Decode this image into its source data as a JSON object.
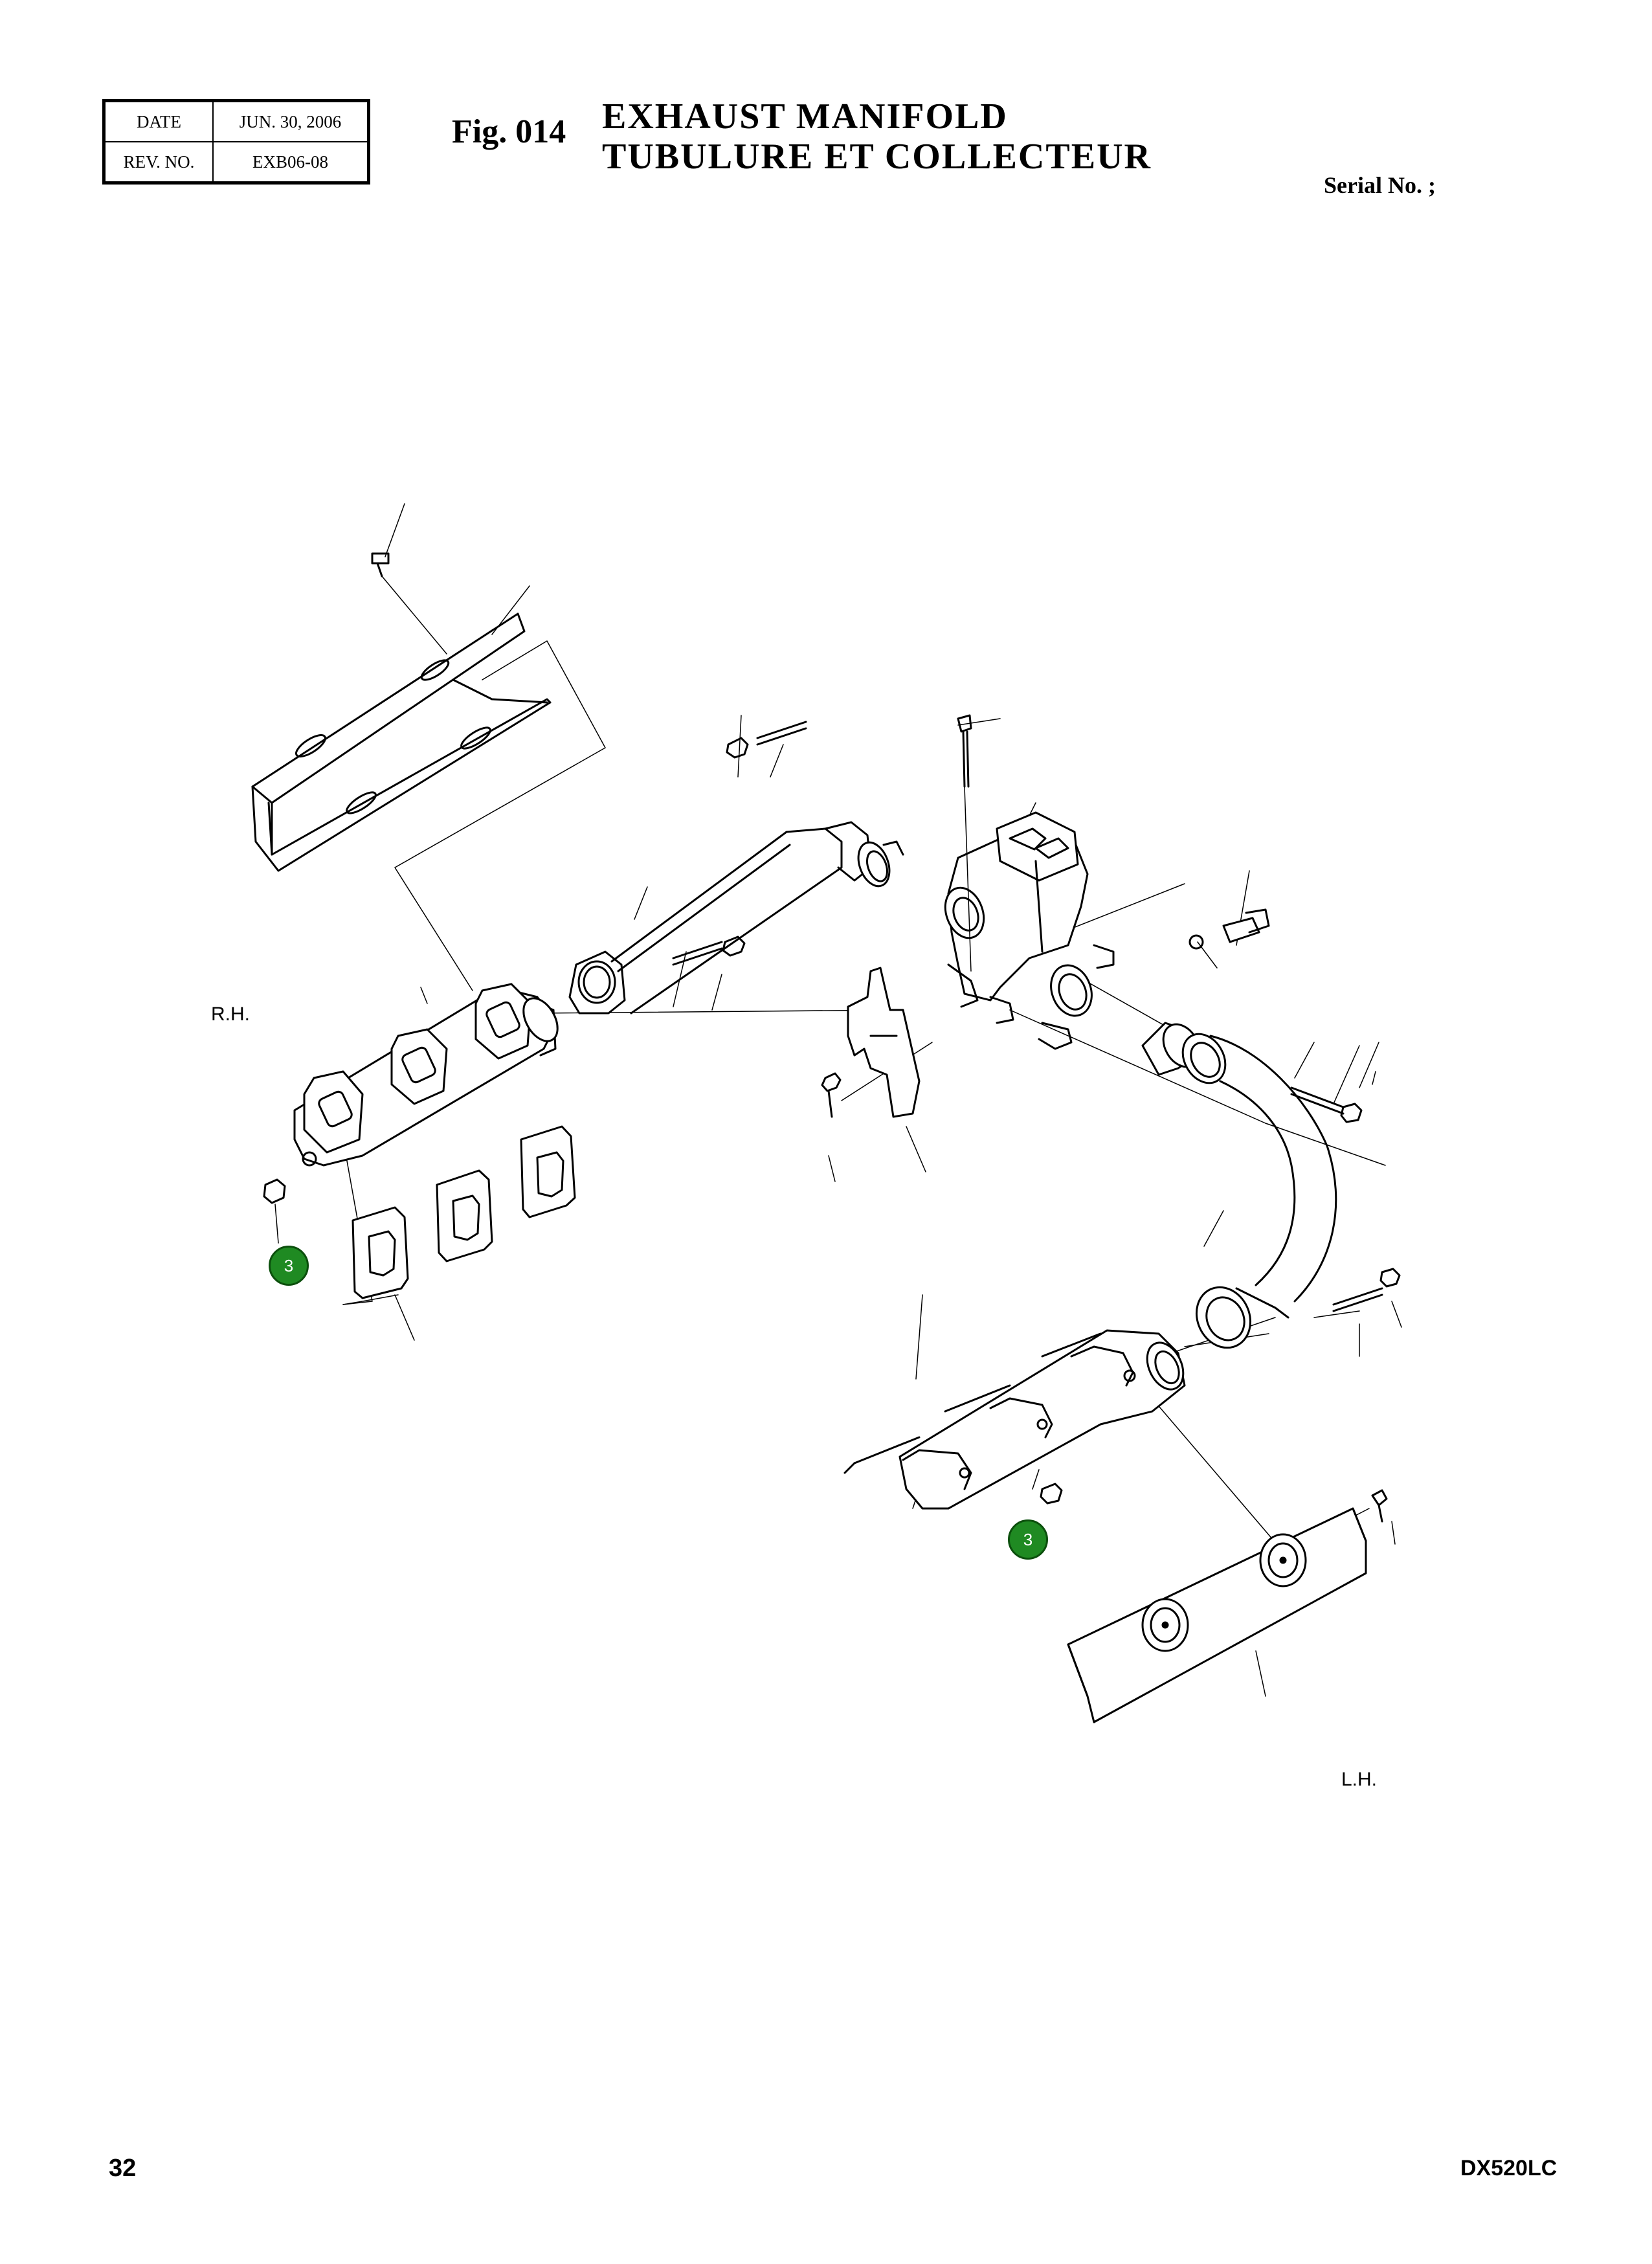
{
  "header": {
    "date_label": "DATE",
    "date_value": "JUN. 30, 2006",
    "rev_label": "REV. NO.",
    "rev_value": "EXB06-08",
    "fig_number": "Fig. 014",
    "title_en": "EXHAUST MANIFOLD",
    "title_fr": "TUBULURE ET COLLECTEUR",
    "serial": "Serial No. ;"
  },
  "labels": {
    "right_hand": "R.H.",
    "left_hand": "L.H."
  },
  "callouts": [
    {
      "number": "3"
    },
    {
      "number": "3"
    }
  ],
  "footer": {
    "page_number": "32",
    "model": "DX520LC"
  },
  "colors": {
    "callout_fill": "#1f8a22",
    "line": "#000000"
  }
}
